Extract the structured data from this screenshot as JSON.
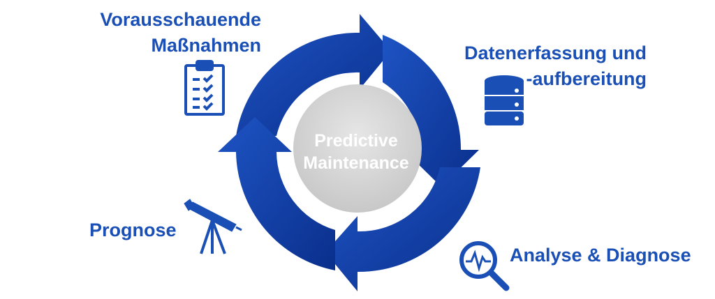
{
  "center": {
    "line1": "Predictive",
    "line2": "Maintenance"
  },
  "stages": {
    "top_left": {
      "line1": "Vorausschauende",
      "line2": "Maßnahmen",
      "icon": "clipboard-checklist-icon"
    },
    "top_right": {
      "line1": "Datenerfassung und",
      "line2": "-aufbereitung",
      "icon": "database-icon"
    },
    "bottom_right": {
      "label": "Analyse & Diagnose",
      "icon": "magnifier-pulse-icon"
    },
    "bottom_left": {
      "label": "Prognose",
      "icon": "telescope-icon"
    }
  },
  "colors": {
    "accent": "#1a4fb5",
    "arrow_dark": "#0a2f8c",
    "arrow_light": "#2a5fcf",
    "center_circle": "#d9d9d9"
  }
}
